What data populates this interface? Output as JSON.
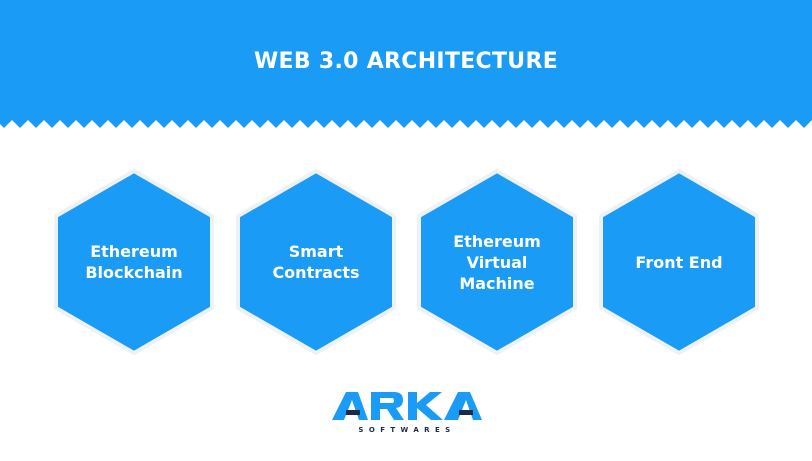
{
  "header": {
    "title": "WEB 3.0 ARCHITECTURE"
  },
  "architecture": {
    "layers": [
      {
        "label": "Ethereum\nBlockchain"
      },
      {
        "label": "Smart\nContracts"
      },
      {
        "label": "Ethereum\nVirtual\nMachine"
      },
      {
        "label": "Front End"
      }
    ]
  },
  "brand": {
    "logo_text": "ARKA",
    "tagline": "SOFTWARES"
  },
  "colors": {
    "primary_blue": "#1a9cf6",
    "dark_navy": "#1b2a4a",
    "hex_border": "#eef1f5",
    "background": "#ffffff"
  }
}
